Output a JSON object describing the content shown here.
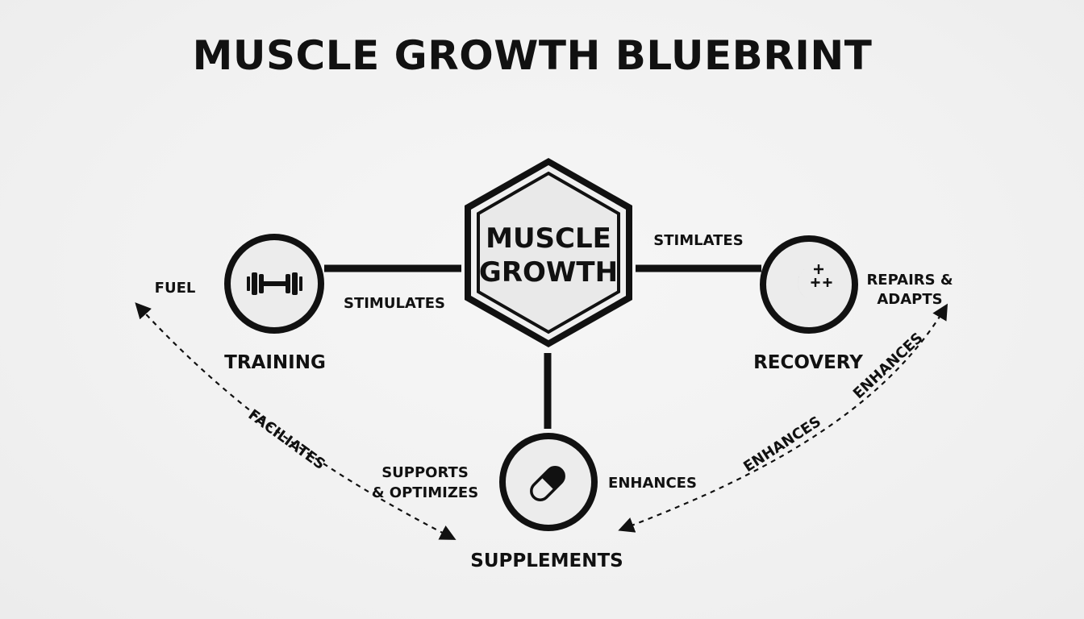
{
  "title": "MUSCLE GROWTH BLUEBRINT",
  "center": {
    "line1": "MUSCLE",
    "line2": "GROWTH"
  },
  "nodes": {
    "training": {
      "label": "TRAINING",
      "icon": "dumbbell-icon"
    },
    "recovery": {
      "label": "RECOVERY",
      "icon": "moon-stars-icon"
    },
    "supplements": {
      "label": "SUPPLEMENTS",
      "icon": "pill-icon"
    }
  },
  "edges": {
    "training_stimulates": "STIMULATES",
    "recovery_stimlates": "STIMLATES",
    "supplements_enhances": "ENHANCES",
    "fuel": "FUEL",
    "repairs_line1": "REPAIRS &",
    "repairs_line2": "ADAPTS",
    "faciliates": "FACILIATES",
    "supports_line1": "SUPPORTS",
    "supports_line2": "& OPTIMIZES",
    "enhances_lower": "ENHANCES",
    "enhances_upper": "ENHANCES"
  },
  "colors": {
    "ink": "#111111",
    "background": "#f2f2f2",
    "fill": "#ececec"
  }
}
